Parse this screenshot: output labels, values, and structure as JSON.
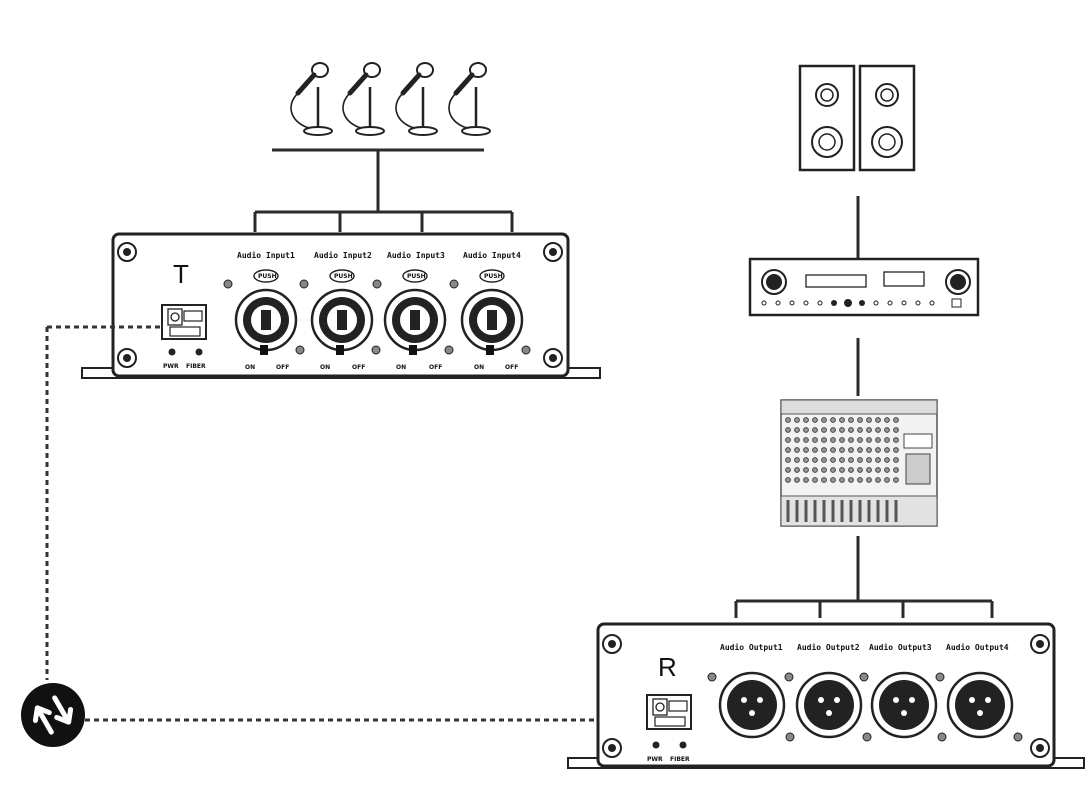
{
  "transmitter": {
    "letter": "T",
    "inputs": [
      "Audio Input1",
      "Audio Input2",
      "Audio Input3",
      "Audio Input4"
    ],
    "push_label": "PUSH",
    "switch_on": "ON",
    "switch_off": "OFF",
    "led_pwr": "PWR",
    "led_fiber": "FIBER"
  },
  "receiver": {
    "letter": "R",
    "outputs": [
      "Audio Output1",
      "Audio Output2",
      "Audio Output3",
      "Audio Output4"
    ],
    "led_pwr": "PWR",
    "led_fiber": "FIBER"
  },
  "icons": {
    "microphone": "microphone-icon",
    "speaker": "speaker-icon",
    "amplifier": "amplifier-icon",
    "mixer": "mixer-icon",
    "fiber_link": "fiber-link-icon"
  },
  "colors": {
    "line": "#2b2b2b",
    "outline": "#222222"
  }
}
